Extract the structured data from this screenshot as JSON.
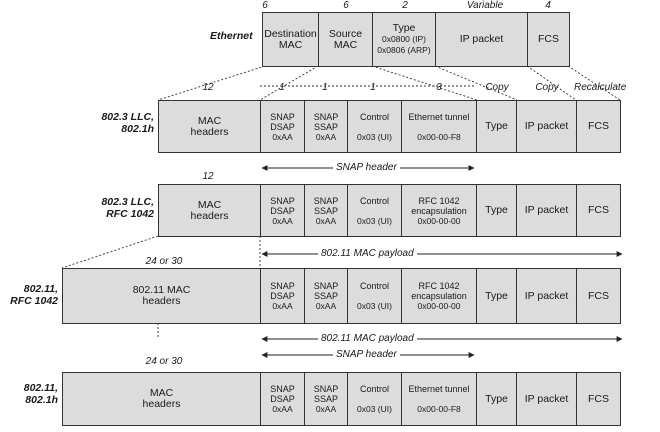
{
  "ethernet": {
    "label": "Ethernet",
    "sizes": [
      "6",
      "6",
      "2",
      "Variable",
      "4"
    ],
    "fields": [
      {
        "lines": [
          "Destination",
          "MAC"
        ]
      },
      {
        "lines": [
          "Source",
          "MAC"
        ]
      },
      {
        "lines": [
          "Type",
          "0x0800 (IP)",
          "0x0806 (ARP)"
        ]
      },
      {
        "lines": [
          "IP packet"
        ]
      },
      {
        "lines": [
          "FCS"
        ]
      }
    ]
  },
  "notes": {
    "size_12_a": "12",
    "size_1_a": "1",
    "size_1_b": "1",
    "size_1_c": "1",
    "size_3": "3",
    "copy_1": "Copy",
    "copy_2": "Copy",
    "recalculate": "Recalculate",
    "size_12_b": "12",
    "size_24_a": "24 or 30",
    "size_24_b": "24 or 30"
  },
  "rows": [
    {
      "label": [
        "802.3 LLC,",
        "802.1h"
      ],
      "header": [
        "MAC",
        "headers"
      ],
      "snap_dsap": [
        "SNAP",
        "DSAP",
        "0xAA"
      ],
      "snap_ssap": [
        "SNAP",
        "SSAP",
        "0xAA"
      ],
      "control": [
        "Control",
        "0x03 (UI)"
      ],
      "encap": [
        "Ethernet tunnel",
        "0x00-00-F8"
      ],
      "type": "Type",
      "ip": "IP packet",
      "fcs": "FCS"
    },
    {
      "label": [
        "802.3 LLC,",
        "RFC 1042"
      ],
      "header": [
        "MAC",
        "headers"
      ],
      "snap_dsap": [
        "SNAP",
        "DSAP",
        "0xAA"
      ],
      "snap_ssap": [
        "SNAP",
        "SSAP",
        "0xAA"
      ],
      "control": [
        "Control",
        "0x03 (UI)"
      ],
      "encap": [
        "RFC 1042",
        "encapsulation",
        "0x00-00-00"
      ],
      "type": "Type",
      "ip": "IP packet",
      "fcs": "FCS"
    },
    {
      "label": [
        "802.11,",
        "RFC 1042"
      ],
      "header": [
        "802.11 MAC",
        "headers"
      ],
      "snap_dsap": [
        "SNAP",
        "DSAP",
        "0xAA"
      ],
      "snap_ssap": [
        "SNAP",
        "SSAP",
        "0xAA"
      ],
      "control": [
        "Control",
        "0x03 (UI)"
      ],
      "encap": [
        "RFC 1042",
        "encapsulation",
        "0x00-00-00"
      ],
      "type": "Type",
      "ip": "IP packet",
      "fcs": "FCS"
    },
    {
      "label": [
        "802.11,",
        "802.1h"
      ],
      "header": [
        "MAC",
        "headers"
      ],
      "snap_dsap": [
        "SNAP",
        "DSAP",
        "0xAA"
      ],
      "snap_ssap": [
        "SNAP",
        "SSAP",
        "0xAA"
      ],
      "control": [
        "Control",
        "0x03 (UI)"
      ],
      "encap": [
        "Ethernet tunnel",
        "0x00-00-F8"
      ],
      "type": "Type",
      "ip": "IP packet",
      "fcs": "FCS"
    }
  ],
  "arrows": {
    "snap_header_1": "SNAP header",
    "payload_1": "802.11 MAC payload",
    "payload_2": "802.11 MAC payload",
    "snap_header_2": "SNAP header"
  }
}
